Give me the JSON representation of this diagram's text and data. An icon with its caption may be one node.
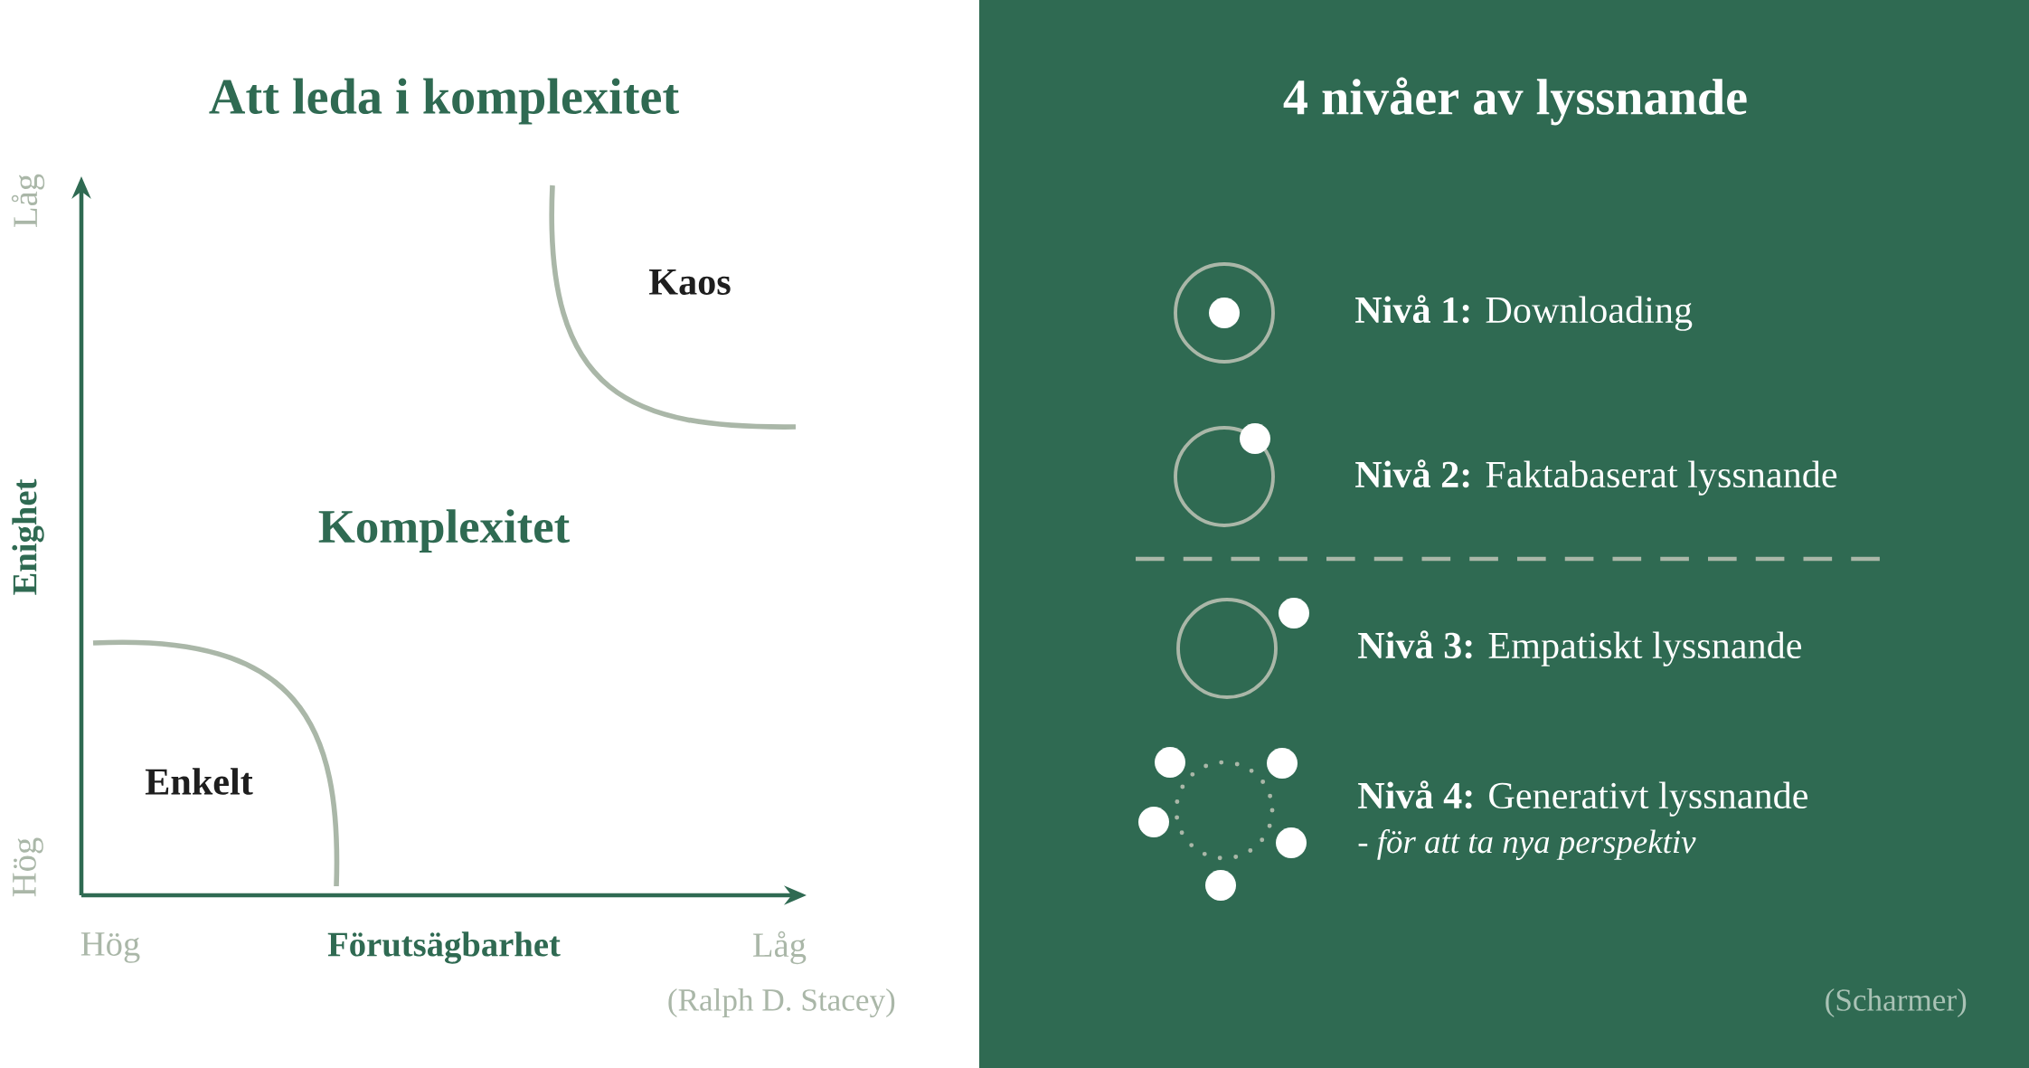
{
  "diagram": {
    "labels": [
      "Att leda i komplexitet",
      "4 nivåer av lyssnande",
      "Låg",
      "Kaos",
      "**Nivå 1:** Downloading",
      "Enighet",
      "**Nivå 2:** Faktabaserat lyssnande",
      "Komplexitet",
      "**Nivå 3:** Empatiskt lyssnande",
      "Enkelt",
      "**Nivå 4:** Generativt lyssnande",
      "- för att ta nya perspektiv",
      "Hög",
      "Hög",
      "Förutsägbarhet",
      "Låg",
      "(Ralph D. Stacey)",
      "(Scharmer)"
    ]
  }
}
